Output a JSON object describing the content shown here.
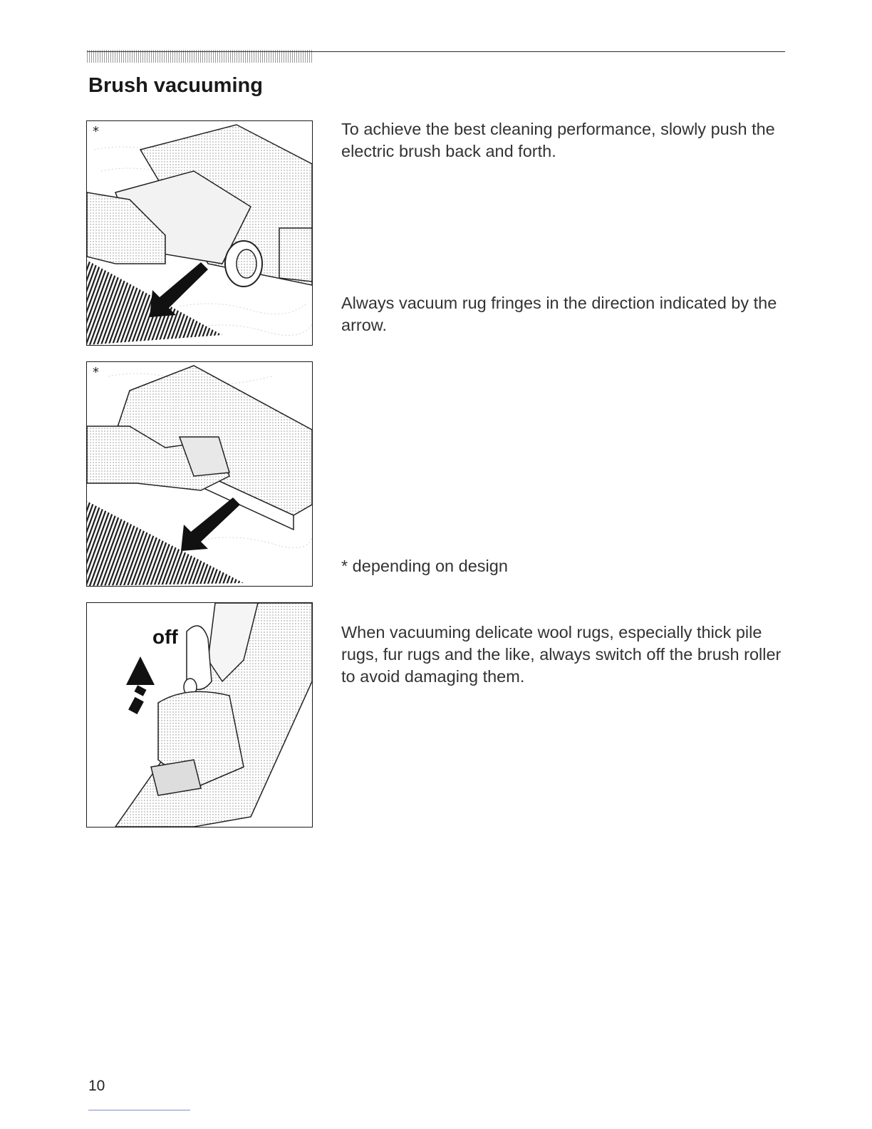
{
  "page": {
    "title": "Brush vacuuming",
    "page_number": "10"
  },
  "figures": [
    {
      "marker": "*",
      "icon": "electric-brush-on-rug-fringe-illustration"
    },
    {
      "marker": "*",
      "icon": "electric-brush-alternate-design-illustration"
    },
    {
      "label": "off",
      "icon": "brush-roller-switch-off-illustration"
    }
  ],
  "paragraphs": {
    "p1": "To achieve the best cleaning performance, slowly push the electric brush back and forth.",
    "p2": "Always vacuum rug fringes in the direction indicated by the arrow.",
    "p3": "* depending on design",
    "p4": "When vacuuming delicate wool rugs, especially thick pile rugs, fur rugs and the like, always switch off the brush roller to avoid damaging them."
  }
}
